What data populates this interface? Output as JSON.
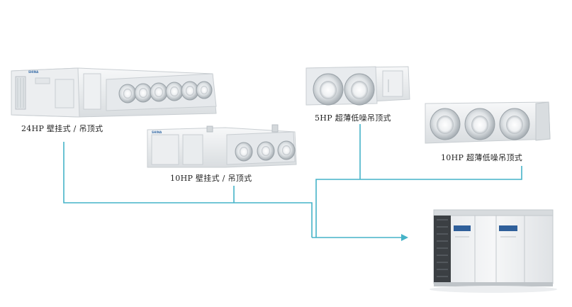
{
  "labels": {
    "unit_24hp": "24HP 壁挂式 / 吊顶式",
    "unit_10hp_wall": "10HP 壁挂式 / 吊顶式",
    "unit_5hp": "5HP 超薄低噪吊顶式",
    "unit_10hp_thin": "10HP 超薄低噪吊顶式"
  },
  "colors": {
    "connector": "#45b3c8",
    "unit_body": "#f1f3f4",
    "unit_edge": "#c9ced2"
  }
}
